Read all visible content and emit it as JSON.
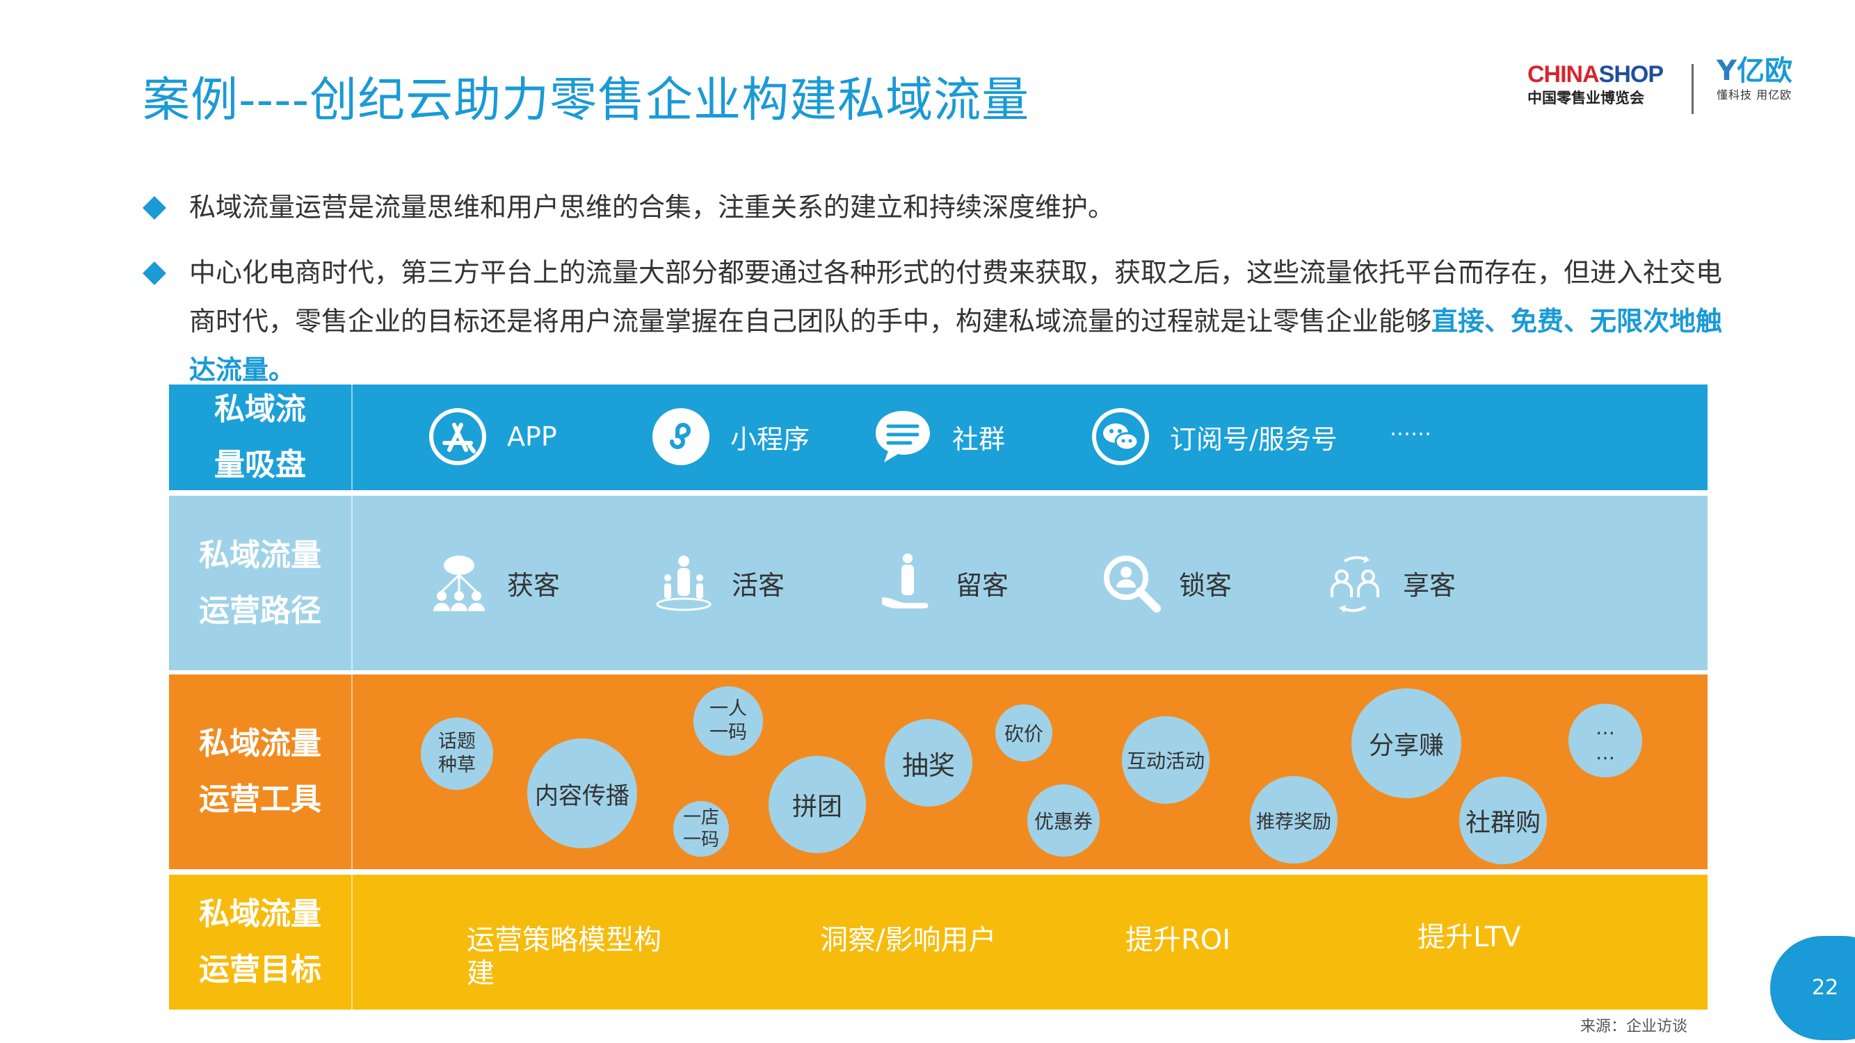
{
  "title": "案例----创纪云助力零售企业构建私域流量",
  "logos": {
    "chinashop_a": "CHINA",
    "chinashop_b": "SHOP",
    "chinashop_sub": "中国零售业博览会",
    "yiou_mark": "亿欧",
    "yiou_sub": "懂科技 用亿欧"
  },
  "bullets": [
    {
      "text": "私域流量运营是流量思维和用户思维的合集，注重关系的建立和持续深度维护。"
    },
    {
      "text": "中心化电商时代，第三方平台上的流量大部分都要通过各种形式的付费来获取，获取之后，这些流量依托平台而存在，但进入社交电商时代，零售企业的目标还是将用户流量掌握在自己团队的手中，构建私域流量的过程就是让零售企业能够",
      "highlight": "直接、免费、无限次地触达流量。"
    }
  ],
  "rows": {
    "pool": {
      "label_line1": "私域流",
      "label_line2": "量吸盘",
      "items": [
        {
          "icon": "app-store-icon",
          "label": "APP"
        },
        {
          "icon": "mini-program-icon",
          "label": "小程序"
        },
        {
          "icon": "chat-bubble-icon",
          "label": "社群"
        },
        {
          "icon": "wechat-icon",
          "label": "订阅号/服务号"
        }
      ],
      "more": "……"
    },
    "path": {
      "label_line1": "私域流量",
      "label_line2": "运营路径",
      "items": [
        {
          "icon": "network-people-icon",
          "label": "获客"
        },
        {
          "icon": "person-podium-icon",
          "label": "活客"
        },
        {
          "icon": "hand-holding-person-icon",
          "label": "留客"
        },
        {
          "icon": "magnifier-person-icon",
          "label": "锁客"
        },
        {
          "icon": "people-cycle-icon",
          "label": "享客"
        }
      ]
    },
    "tools": {
      "label_line1": "私域流量",
      "label_line2": "运营工具",
      "bubbles": [
        {
          "l1": "话题",
          "l2": "种草"
        },
        {
          "l1": "内容传播"
        },
        {
          "l1": "一人",
          "l2": "一码"
        },
        {
          "l1": "一店",
          "l2": "一码"
        },
        {
          "l1": "拼团"
        },
        {
          "l1": "抽奖"
        },
        {
          "l1": "砍价"
        },
        {
          "l1": "优惠券"
        },
        {
          "l1": "互动活动"
        },
        {
          "l1": "推荐奖励"
        },
        {
          "l1": "分享赚"
        },
        {
          "l1": "社群购"
        },
        {
          "l1": "…",
          "l2": "…"
        }
      ]
    },
    "goals": {
      "label_line1": "私域流量",
      "label_line2": "运营目标",
      "items": [
        {
          "l1": "运营策略模型构",
          "l2": "建"
        },
        {
          "l1": "洞察/影响用户"
        },
        {
          "l1": "提升ROI"
        },
        {
          "l1": "提升LTV"
        }
      ]
    }
  },
  "page_number": "22",
  "source": "来源：企业访谈",
  "colors": {
    "accent": "#1a9ad6",
    "band_pool": "#1ba0d8",
    "band_path": "#9fd2e8",
    "band_tools": "#f28b1f",
    "band_goals": "#f7bb0c",
    "bubble": "#9fd2e8"
  }
}
